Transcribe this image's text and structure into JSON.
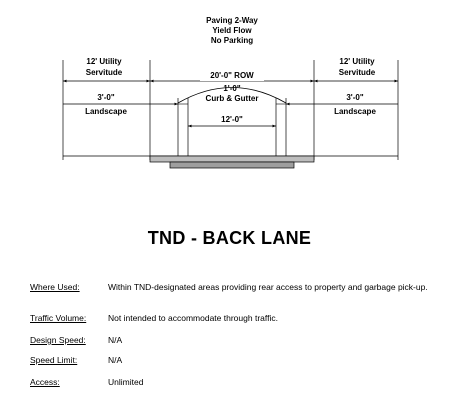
{
  "diagram": {
    "paving_lines": [
      "Paving 2-Way",
      "Yield Flow",
      "No Parking"
    ],
    "left_servitude": [
      "12' Utility",
      "Servitude"
    ],
    "right_servitude": [
      "12' Utility",
      "Servitude"
    ],
    "row": "20'-0\" ROW",
    "curb_dim": "1'-0\"",
    "curb_label": "Curb & Gutter",
    "lane_dim": "12'-0\"",
    "left_landscape": [
      "3'-0\"",
      "Landscape"
    ],
    "right_landscape": [
      "3'-0\"",
      "Landscape"
    ]
  },
  "title": "TND - BACK LANE",
  "specs": [
    {
      "label": "Where Used:",
      "value": "Within TND-designated areas providing rear access to property and garbage pick-up."
    },
    {
      "label": "Traffic Volume:",
      "value": "Not intended to accommodate through traffic."
    },
    {
      "label": "Design Speed:",
      "value": "N/A"
    },
    {
      "label": "Speed Limit:",
      "value": "N/A"
    },
    {
      "label": "Access:",
      "value": "Unlimited"
    }
  ]
}
